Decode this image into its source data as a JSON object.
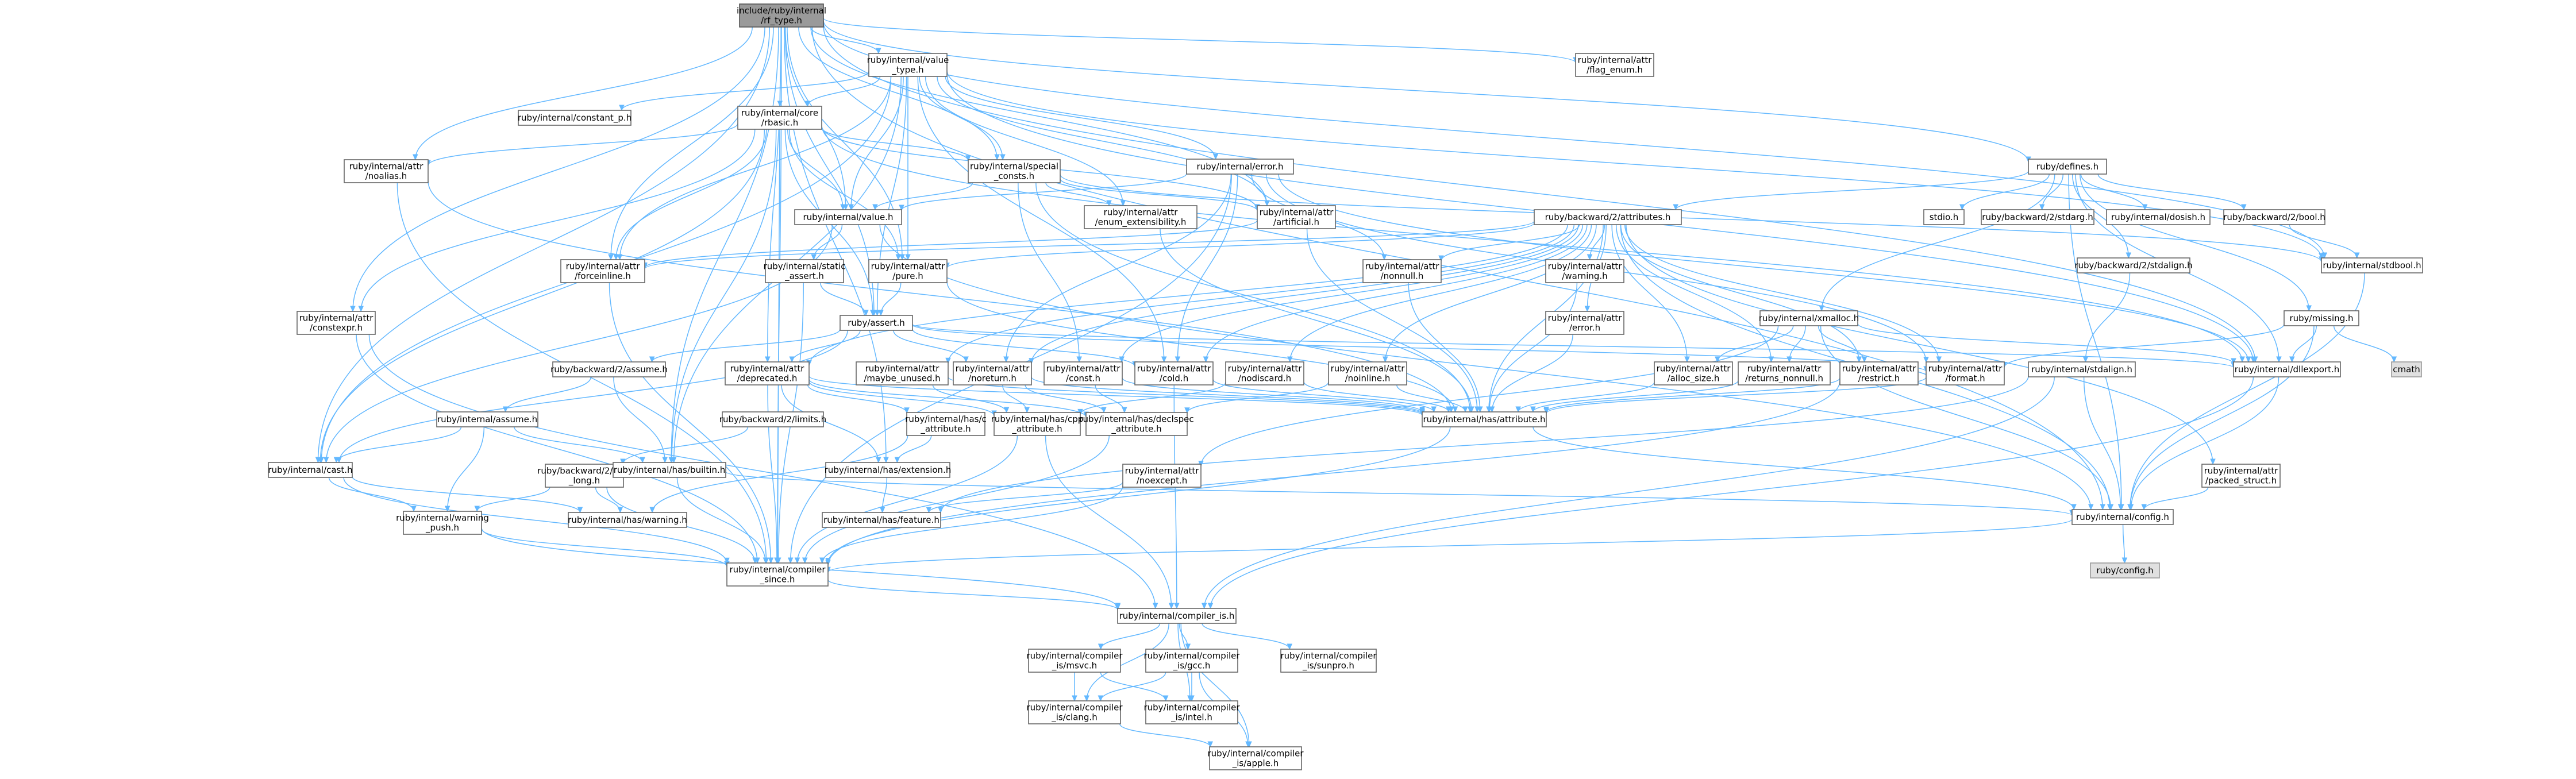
{
  "nodes": {
    "root": [
      "include/ruby/internal",
      "/rf_type.h"
    ],
    "value_type": [
      "ruby/internal/value",
      "_type.h"
    ],
    "flag_enum": [
      "ruby/internal/attr",
      "/flag_enum.h"
    ],
    "constant_p": [
      "ruby/internal/constant_p.h"
    ],
    "rbasic": [
      "ruby/internal/core",
      "/rbasic.h"
    ],
    "noalias": [
      "ruby/internal/attr",
      "/noalias.h"
    ],
    "special_consts": [
      "ruby/internal/special",
      "_consts.h"
    ],
    "error": [
      "ruby/internal/error.h"
    ],
    "defines": [
      "ruby/defines.h"
    ],
    "value": [
      "ruby/internal/value.h"
    ],
    "enum_ext": [
      "ruby/internal/attr",
      "/enum_extensibility.h"
    ],
    "artificial": [
      "ruby/internal/attr",
      "/artificial.h"
    ],
    "attributes": [
      "ruby/backward/2/attributes.h"
    ],
    "stdio": [
      "stdio.h"
    ],
    "stdarg": [
      "ruby/backward/2/stdarg.h"
    ],
    "dosish": [
      "ruby/internal/dosish.h"
    ],
    "bool": [
      "ruby/backward/2/bool.h"
    ],
    "forceinline": [
      "ruby/internal/attr",
      "/forceinline.h"
    ],
    "static_assert": [
      "ruby/internal/static",
      "_assert.h"
    ],
    "pure": [
      "ruby/internal/attr",
      "/pure.h"
    ],
    "nonnull": [
      "ruby/internal/attr",
      "/nonnull.h"
    ],
    "warning_h": [
      "ruby/internal/attr",
      "/warning.h"
    ],
    "stdalign_b": [
      "ruby/backward/2/stdalign.h"
    ],
    "stdbool": [
      "ruby/internal/stdbool.h"
    ],
    "constexpr": [
      "ruby/internal/attr",
      "/constexpr.h"
    ],
    "assert": [
      "ruby/assert.h"
    ],
    "attr_error": [
      "ruby/internal/attr",
      "/error.h"
    ],
    "xmalloc": [
      "ruby/internal/xmalloc.h"
    ],
    "missing": [
      "ruby/missing.h"
    ],
    "cmath": [
      "cmath"
    ],
    "assume_b": [
      "ruby/backward/2/assume.h"
    ],
    "deprecated": [
      "ruby/internal/attr",
      "/deprecated.h"
    ],
    "maybe_unused": [
      "ruby/internal/attr",
      "/maybe_unused.h"
    ],
    "noreturn": [
      "ruby/internal/attr",
      "/noreturn.h"
    ],
    "const": [
      "ruby/internal/attr",
      "/const.h"
    ],
    "cold": [
      "ruby/internal/attr",
      "/cold.h"
    ],
    "nodiscard": [
      "ruby/internal/attr",
      "/nodiscard.h"
    ],
    "noinline": [
      "ruby/internal/attr",
      "/noinline.h"
    ],
    "alloc_size": [
      "ruby/internal/attr",
      "/alloc_size.h"
    ],
    "returns_nonnull": [
      "ruby/internal/attr",
      "/returns_nonnull.h"
    ],
    "restrict": [
      "ruby/internal/attr",
      "/restrict.h"
    ],
    "format": [
      "ruby/internal/attr",
      "/format.h"
    ],
    "dllexport": [
      "ruby/internal/dllexport.h"
    ],
    "stdalign_i": [
      "ruby/internal/stdalign.h"
    ],
    "assume": [
      "ruby/internal/assume.h"
    ],
    "limits": [
      "ruby/backward/2/limits.h"
    ],
    "has_c_attr": [
      "ruby/internal/has/c",
      "_attribute.h"
    ],
    "has_cpp_attr": [
      "ruby/internal/has/cpp",
      "_attribute.h"
    ],
    "has_declspec": [
      "ruby/internal/has/declspec",
      "_attribute.h"
    ],
    "has_attribute": [
      "ruby/internal/has/attribute.h"
    ],
    "cast": [
      "ruby/internal/cast.h"
    ],
    "long_long": [
      "ruby/backward/2/long",
      "_long.h"
    ],
    "has_builtin": [
      "ruby/internal/has/builtin.h"
    ],
    "has_extension": [
      "ruby/internal/has/extension.h"
    ],
    "noexcept": [
      "ruby/internal/attr",
      "/noexcept.h"
    ],
    "packed_struct": [
      "ruby/internal/attr",
      "/packed_struct.h"
    ],
    "warning_push": [
      "ruby/internal/warning",
      "_push.h"
    ],
    "has_warning": [
      "ruby/internal/has/warning.h"
    ],
    "has_feature": [
      "ruby/internal/has/feature.h"
    ],
    "config": [
      "ruby/internal/config.h"
    ],
    "compiler_since": [
      "ruby/internal/compiler",
      "_since.h"
    ],
    "config_h": [
      "ruby/config.h"
    ],
    "compiler_is": [
      "ruby/internal/compiler_is.h"
    ],
    "is_msvc": [
      "ruby/internal/compiler",
      "_is/msvc.h"
    ],
    "is_gcc": [
      "ruby/internal/compiler",
      "_is/gcc.h"
    ],
    "is_sunpro": [
      "ruby/internal/compiler",
      "_is/sunpro.h"
    ],
    "is_clang": [
      "ruby/internal/compiler",
      "_is/clang.h"
    ],
    "is_intel": [
      "ruby/internal/compiler",
      "_is/intel.h"
    ],
    "is_apple": [
      "ruby/internal/compiler",
      "_is/apple.h"
    ]
  },
  "colors": {
    "edge": "#63b8ff",
    "node_border": "#666666",
    "root_fill": "#9a9a9a",
    "external_fill": "#e0e0e0"
  }
}
